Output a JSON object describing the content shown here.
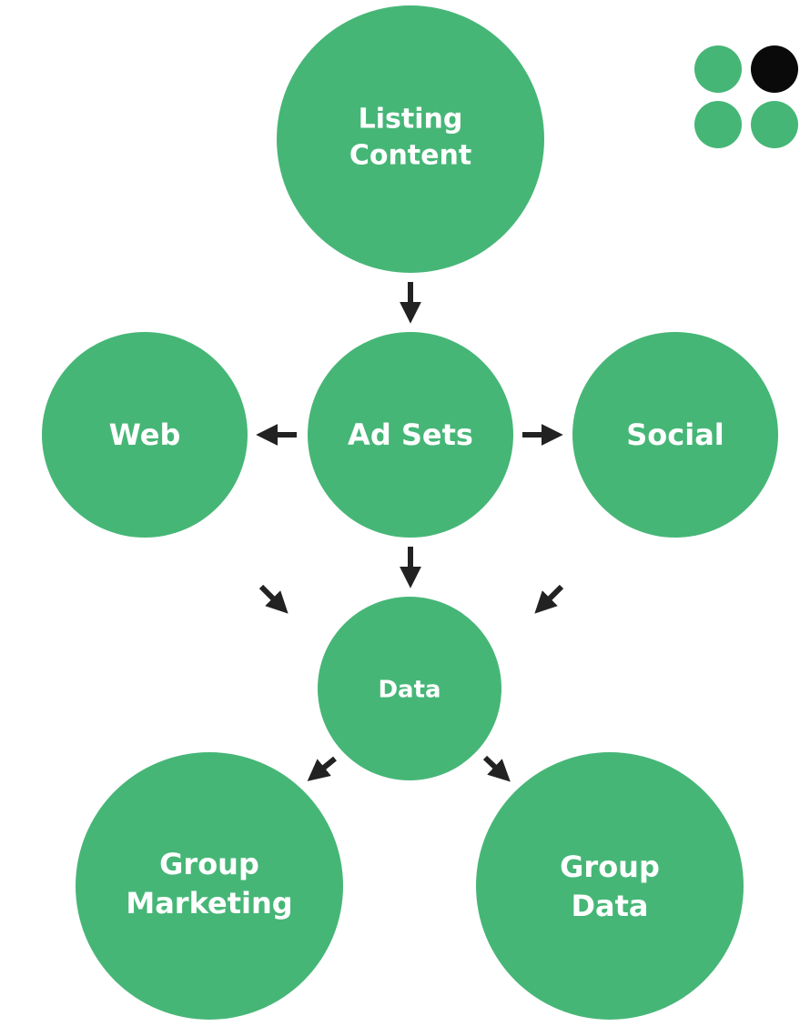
{
  "colors": {
    "node": "#46b677",
    "arrow": "#222222",
    "logo_dark": "#0a0a0a"
  },
  "logo": {
    "icon": "four-dot-logo-icon"
  },
  "nodes": {
    "listing_content": {
      "line1": "Listing",
      "line2": "Content"
    },
    "ad_sets": {
      "label": "Ad Sets"
    },
    "web": {
      "label": "Web"
    },
    "social": {
      "label": "Social"
    },
    "data": {
      "label": "Data"
    },
    "group_marketing": {
      "line1": "Group",
      "line2": "Marketing"
    },
    "group_data": {
      "line1": "Group",
      "line2": "Data"
    }
  }
}
